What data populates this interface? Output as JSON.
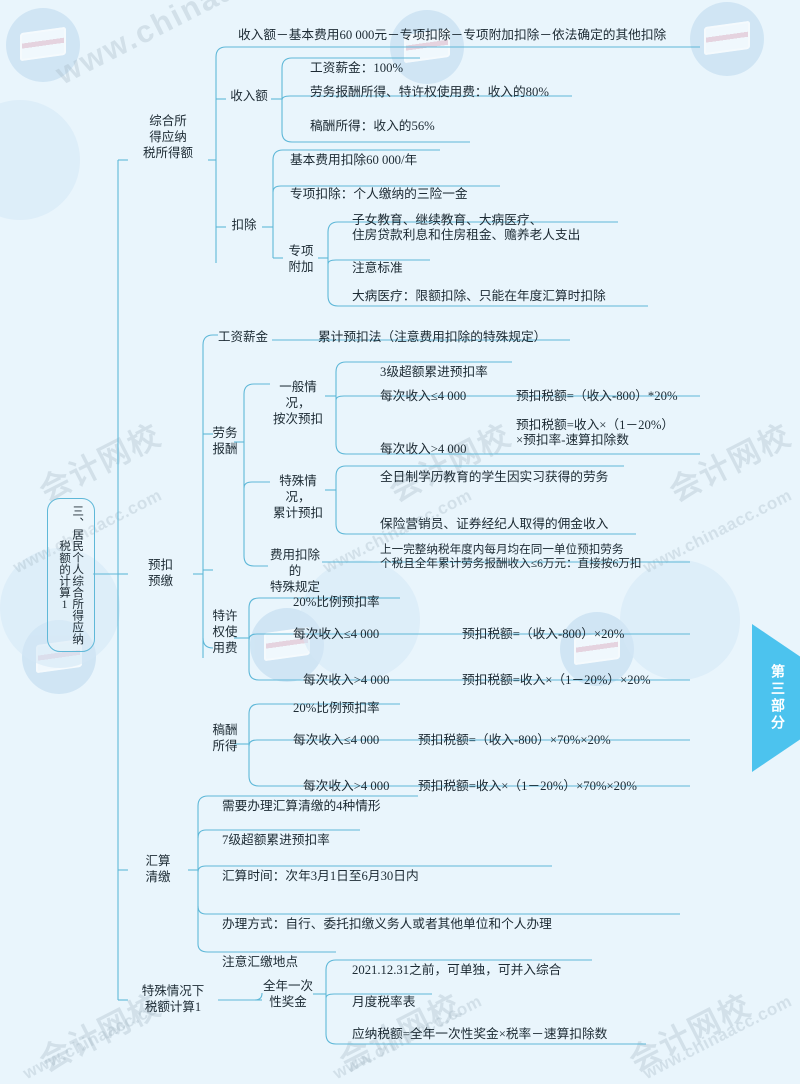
{
  "page": {
    "background_color": "#e9f5fc",
    "line_color": "#5fb8d8",
    "accent_color": "#4cc3ee",
    "text_color": "#1c2a33"
  },
  "side_tab": {
    "label": "第三部分"
  },
  "watermarks": {
    "brand_cn": "会计网校",
    "site": "www.chinaacc.com"
  },
  "root": {
    "label": "三、居民个人综合所得应纳税额的计算1"
  },
  "branches": {
    "b1": {
      "label": "综合所\n得应纳\n税所得额",
      "children": {
        "formula": "收入额－基本费用60 000元－专项扣除－专项附加扣除－依法确定的其他扣除",
        "income": {
          "label": "收入额",
          "items": [
            "工资薪金：100%",
            "劳务报酬所得、特许权使用费：收入的80%",
            "稿酬所得：收入的56%"
          ]
        },
        "deduction": {
          "label": "扣除",
          "items": [
            "基本费用扣除60 000/年",
            "专项扣除：个人缴纳的三险一金"
          ],
          "special": {
            "label": "专项\n附加",
            "items": [
              "子女教育、继续教育、大病医疗、\n住房贷款利息和住房租金、赡养老人支出",
              "注意标准",
              "大病医疗：限额扣除、只能在年度汇算时扣除"
            ]
          }
        }
      }
    },
    "b2": {
      "label": "预扣\n预缴",
      "salary": {
        "label": "工资薪金",
        "item": "累计预扣法（注意费用扣除的特殊规定）"
      },
      "service": {
        "label": "劳务\n报酬",
        "general": {
          "label": "一般情况，\n按次预扣",
          "rate": "3级超额累进预扣率",
          "rows": [
            {
              "cond": "每次收入≤4 000",
              "formula": "预扣税额=（收入-800）*20%"
            },
            {
              "cond": "每次收入>4 000",
              "formula": "预扣税额=收入×（1－20%）\n×预扣率-速算扣除数"
            }
          ]
        },
        "special": {
          "label": "特殊情况，\n累计预扣",
          "items": [
            "全日制学历教育的学生因实习获得的劳务",
            "保险营销员、证券经纪人取得的佣金收入"
          ]
        },
        "cost_rule": {
          "label": "费用扣除的\n特殊规定",
          "item": "上一完整纳税年度内每月均在同一单位预扣劳务\n个税且全年累计劳务报酬收入≤6万元：直接按6万扣"
        }
      },
      "royalty": {
        "label": "特许\n权使\n用费",
        "rate": "20%比例预扣率",
        "rows": [
          {
            "cond": "每次收入≤4 000",
            "formula": "预扣税额=（收入-800）×20%"
          },
          {
            "cond": "每次收入>4 000",
            "formula": "预扣税额=收入×（1－20%）×20%"
          }
        ]
      },
      "remuneration": {
        "label": "稿酬\n所得",
        "rate": "20%比例预扣率",
        "rows": [
          {
            "cond": "每次收入≤4 000",
            "formula": "预扣税额=（收入-800）×70%×20%"
          },
          {
            "cond": "每次收入>4 000",
            "formula": "预扣税额=收入×（1－20%）×70%×20%"
          }
        ]
      }
    },
    "b3": {
      "label": "汇算\n清缴",
      "items": [
        "需要办理汇算清缴的4种情形",
        "7级超额累进预扣率",
        "汇算时间：次年3月1日至6月30日内",
        "办理方式：自行、委托扣缴义务人或者其他单位和个人办理",
        "注意汇缴地点"
      ]
    },
    "b4": {
      "label": "特殊情况下\n税额计算1",
      "bonus": {
        "label": "全年一次\n性奖金",
        "items": [
          "2021.12.31之前，可单独，可并入综合",
          "月度税率表",
          "应纳税额=全年一次性奖金×税率－速算扣除数"
        ]
      }
    }
  }
}
